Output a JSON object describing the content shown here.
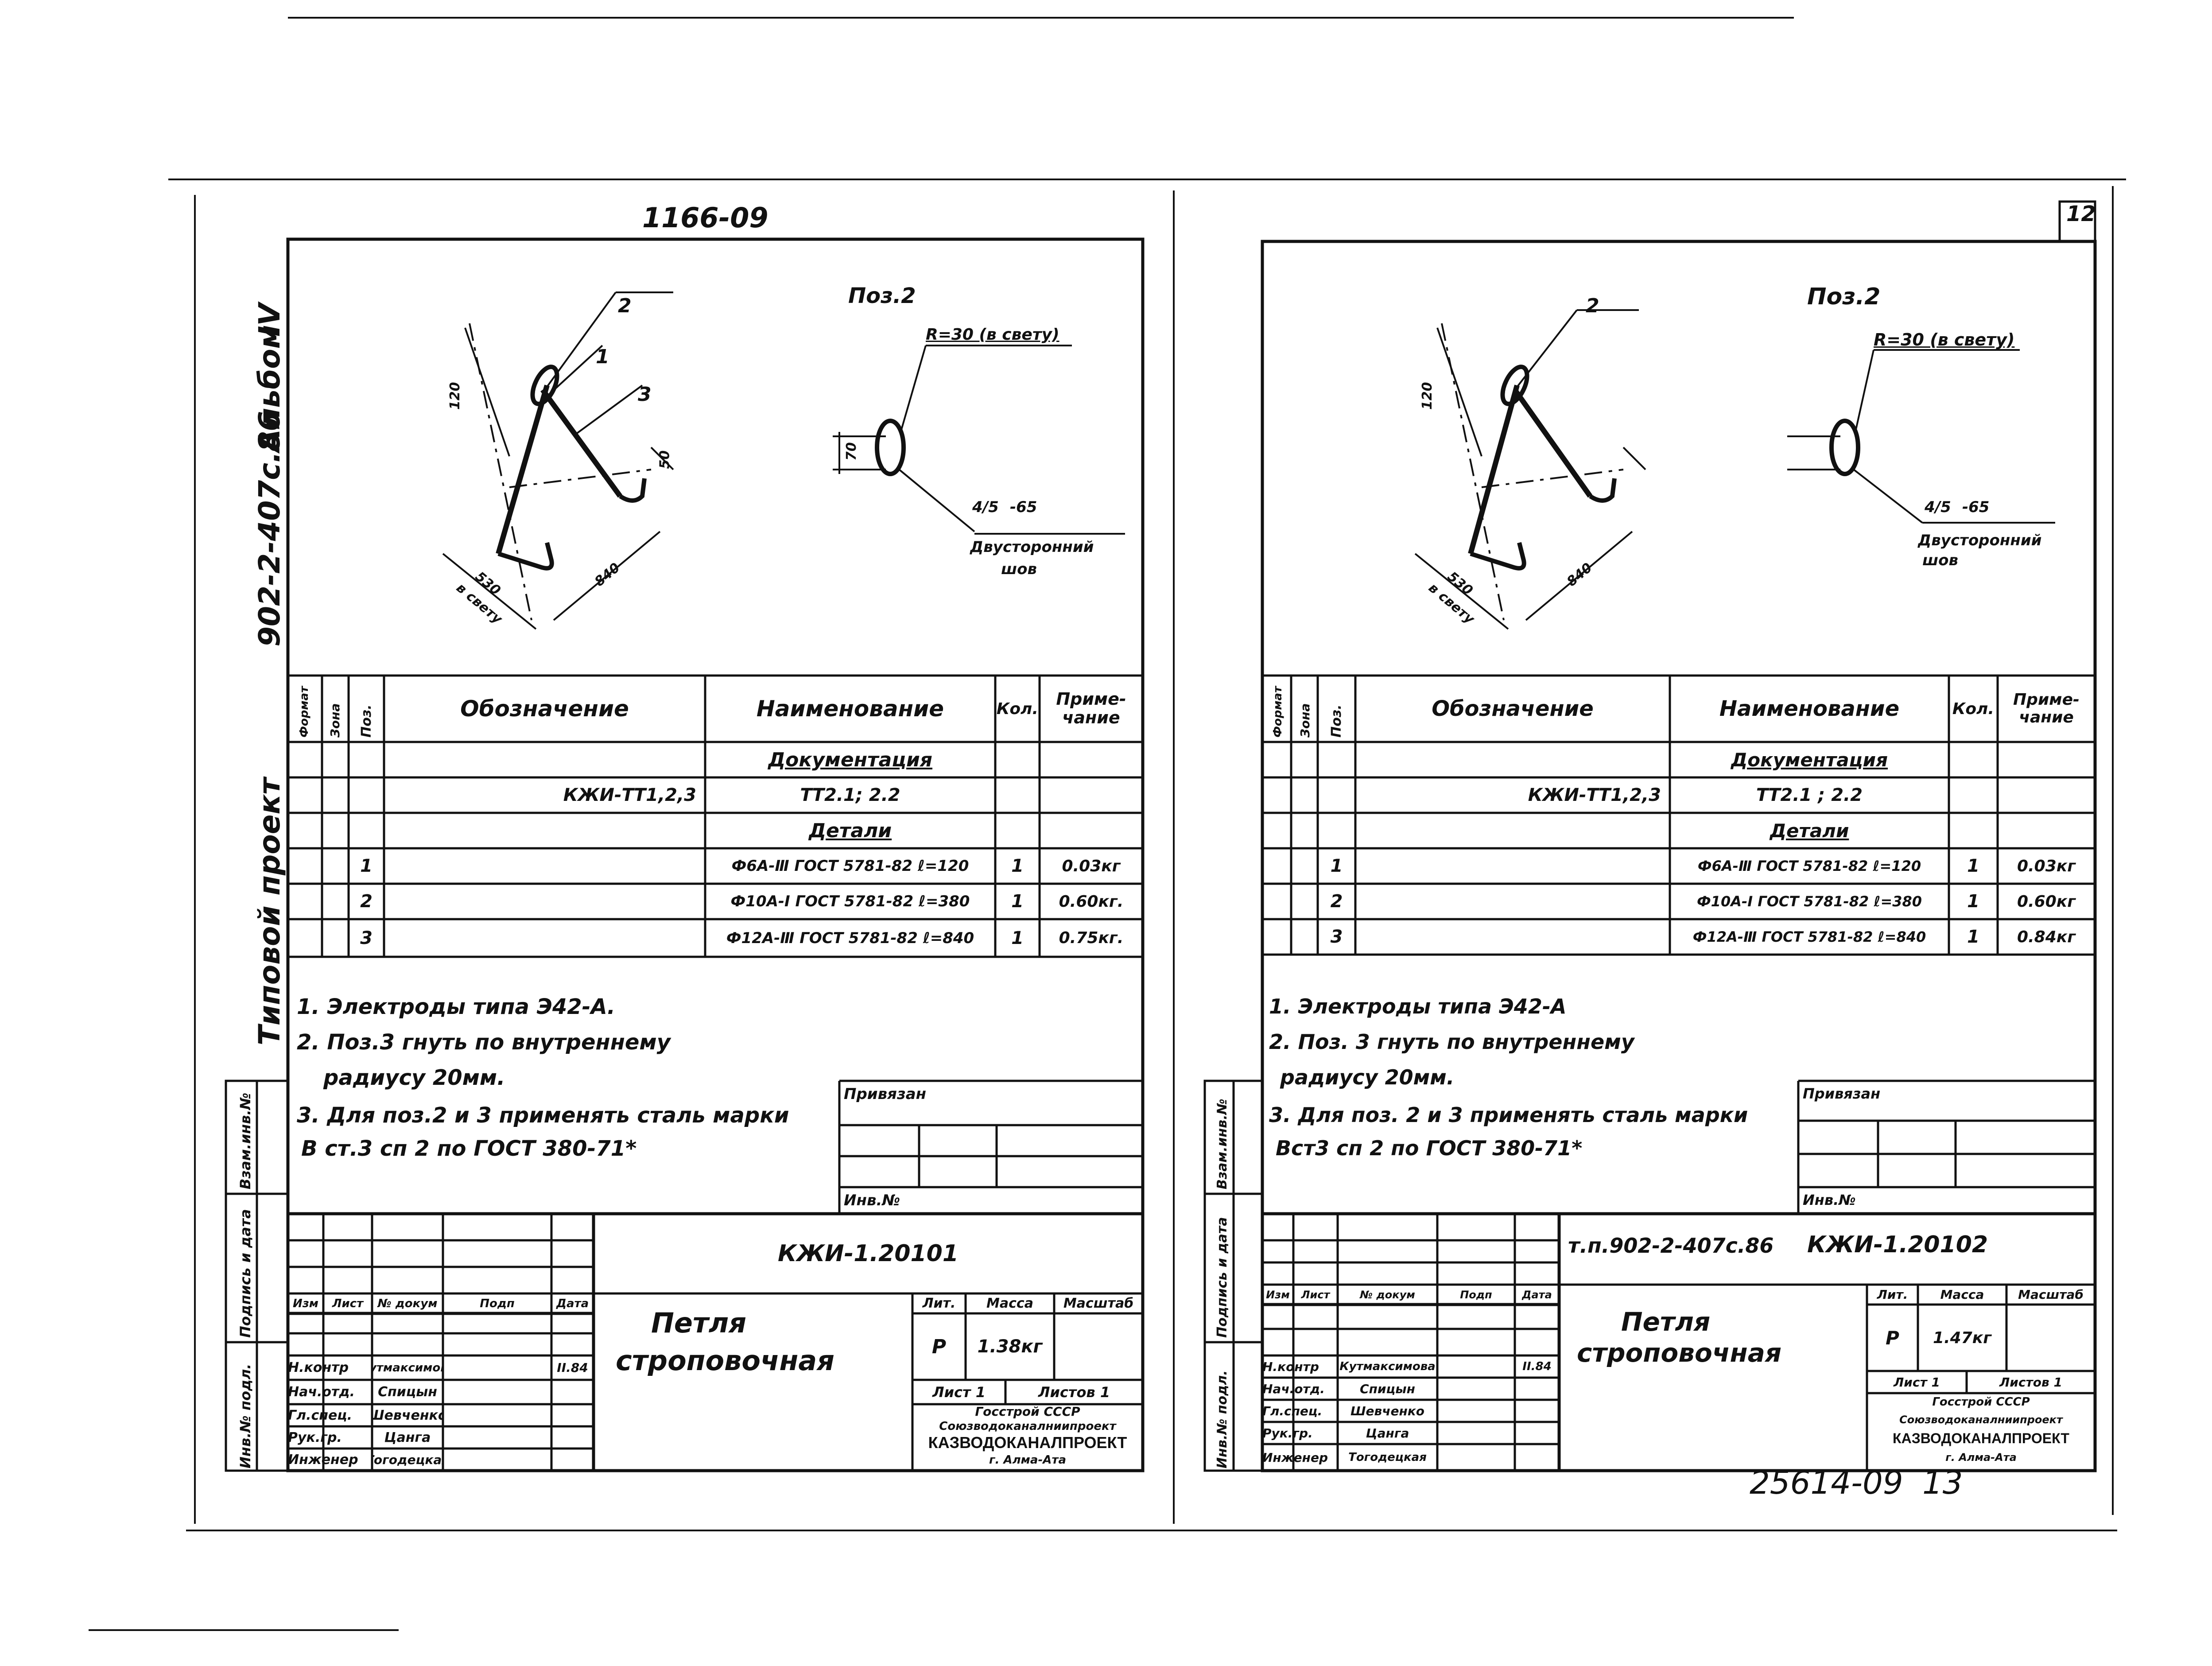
{
  "page": {
    "top_code": "1166-09",
    "sheet_corner": "12",
    "footer_code": "25614-09",
    "footer_page": "13"
  },
  "side_stamp": {
    "series": "902-2-407с.86",
    "album": "Альбом",
    "album_no": "IV",
    "project": "Типовой проект"
  },
  "margin_table": [
    "Инв.№ подл.",
    "Подпись и дата",
    "Взам.инв.№"
  ],
  "drawing": {
    "pos2_title": "Поз.2",
    "radius_note": "R=30 (в свету)",
    "weld_fraction": "4/5",
    "weld_value": "-65",
    "weld_note1": "Двусторонний",
    "weld_note2": "шов",
    "callouts": [
      "2",
      "1",
      "3"
    ],
    "dims": [
      "120",
      "840",
      "530",
      "в свету",
      "70",
      "50"
    ]
  },
  "spec": {
    "headers": [
      "Формат",
      "Зона",
      "Поз.",
      "Обозначение",
      "Наименование",
      "Кол.",
      "Приме-чание"
    ],
    "section_docs": "Документация",
    "doc_designation": "КЖИ-ТТ1,2,3",
    "doc_name": "ТТ2.1; 2.2",
    "section_details": "Детали",
    "rows": [
      {
        "pos": "1",
        "name": "Ф6A-Ⅲ ГОСТ 5781-82 ℓ=120",
        "qty": "1",
        "note": "0.03кг"
      },
      {
        "pos": "2",
        "name": "Ф10A-Ⅰ ГОСТ 5781-82 ℓ=380",
        "qty": "1",
        "note": "0.60кг."
      },
      {
        "pos": "3",
        "name": "Ф12A-Ⅲ ГОСТ 5781-82 ℓ=840",
        "qty": "1",
        "note": "0.75кг."
      }
    ]
  },
  "notes": [
    "1. Электроды типа Э42-А.",
    "2. Поз.3 гнуть по внутреннему",
    "радиусу 20мм.",
    "3. Для поз.2 и 3 применять сталь марки",
    "В ст.3 сп 2 по ГОСТ 380-71*"
  ],
  "binding": {
    "title": "Привязан",
    "inv": "Инв.№"
  },
  "title_block": {
    "doc_code": "КЖИ-1.20101",
    "series_ref": "т.п.902-2-407с.86",
    "doc_code2": "КЖИ-1.20102",
    "headers": [
      "Изм",
      "Лист",
      "№ докум",
      "Подп",
      "Дата"
    ],
    "roles": [
      {
        "role": "Н.контр",
        "name": "Кутмаксимова"
      },
      {
        "role": "Нач.отд.",
        "name": "Спицын"
      },
      {
        "role": "Гл.спец.",
        "name": "Шевченко"
      },
      {
        "role": "Рук.гр.",
        "name": "Цанга"
      },
      {
        "role": "Инженер",
        "name": "Тогодецкая"
      }
    ],
    "date_mark": "II.84",
    "item_name1": "Петля",
    "item_name2": "строповочная",
    "lit_label": "Лит.",
    "mass_label": "Масса",
    "scale_label": "Масштаб",
    "lit_value": "Р",
    "mass_value": "1.38кг",
    "mass_value2": "1.47кг",
    "sheet_label": "Лист 1",
    "sheets_label": "Листов 1",
    "org1": "Госстрой СССР",
    "org2": "Союзводоканалниипроект",
    "org3": "КАЗВОДОКАНАЛПРОЕКТ",
    "org4": "г. Алма-Ата"
  },
  "right_sheet": {
    "notes": [
      "1. Электроды типа Э42-А",
      "2. Поз. 3 гнуть по внутреннему",
      "радиусу 20мм.",
      "3. Для поз. 2 и 3 применять сталь марки",
      "Вст3 сп 2 по ГОСТ 380-71*"
    ],
    "doc_designation": "КЖИ-ТТ1,2,3",
    "doc_name": "ТТ2.1 ; 2.2",
    "rows": [
      {
        "pos": "1",
        "name": "Ф6A-Ⅲ ГОСТ 5781-82 ℓ=120",
        "qty": "1",
        "note": "0.03кг"
      },
      {
        "pos": "2",
        "name": "Ф10A-Ⅰ ГОСТ 5781-82 ℓ=380",
        "qty": "1",
        "note": "0.60кг"
      },
      {
        "pos": "3",
        "name": "Ф12A-Ⅲ ГОСТ 5781-82 ℓ=840",
        "qty": "1",
        "note": "0.84кг"
      }
    ]
  }
}
